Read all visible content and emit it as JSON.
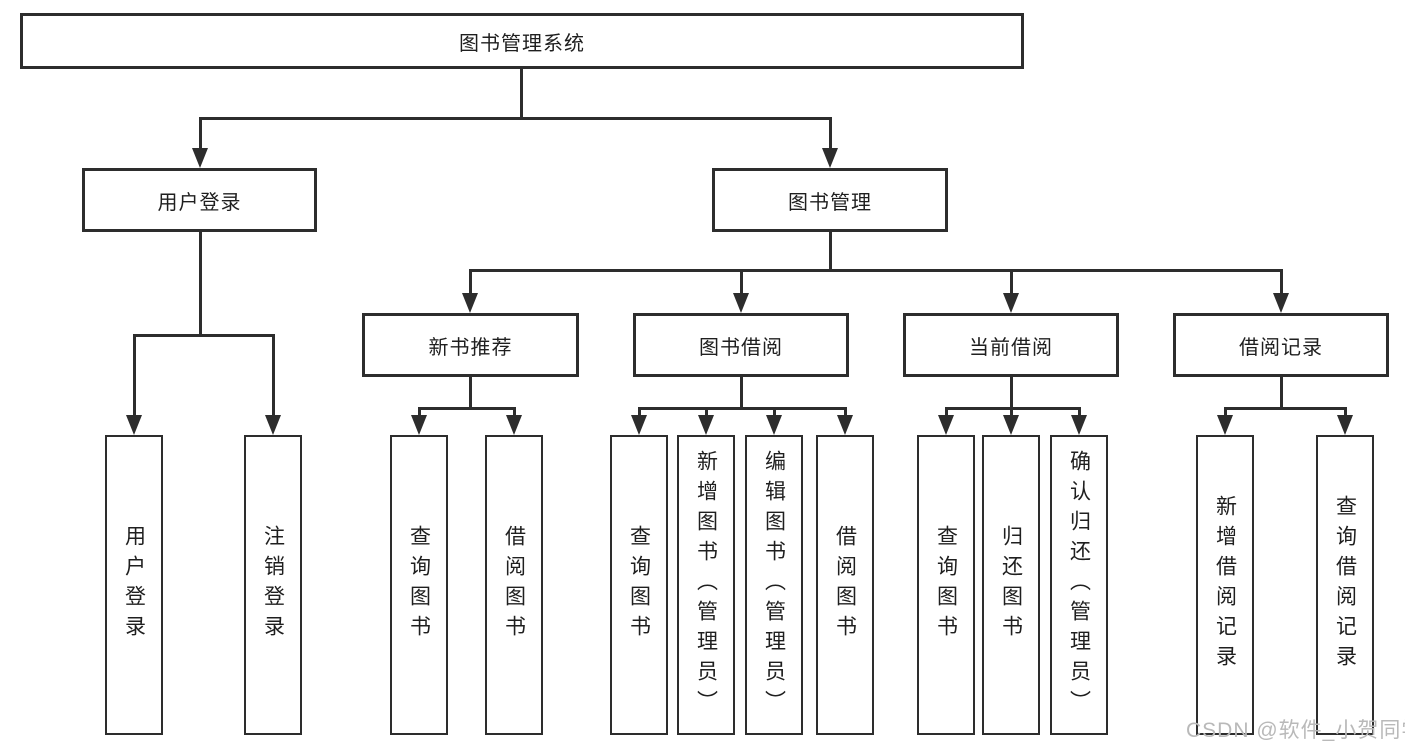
{
  "diagram": {
    "title": "图书管理系统",
    "root": {
      "label": "图书管理系统"
    },
    "level2": [
      {
        "label": "用户登录"
      },
      {
        "label": "图书管理"
      }
    ],
    "level3": [
      {
        "label": "新书推荐"
      },
      {
        "label": "图书借阅"
      },
      {
        "label": "当前借阅"
      },
      {
        "label": "借阅记录"
      }
    ],
    "leaves": {
      "user_login": [
        {
          "label": "用户登录"
        },
        {
          "label": "注销登录"
        }
      ],
      "new_book": [
        {
          "label": "查询图书"
        },
        {
          "label": "借阅图书"
        }
      ],
      "book_borrow": [
        {
          "label": "查询图书"
        },
        {
          "label": "新增图书（管理员）"
        },
        {
          "label": "编辑图书（管理员）"
        },
        {
          "label": "借阅图书"
        }
      ],
      "current_borrow": [
        {
          "label": "查询图书"
        },
        {
          "label": "归还图书"
        },
        {
          "label": "确认归还（管理员）"
        }
      ],
      "borrow_records": [
        {
          "label": "新增借阅记录"
        },
        {
          "label": "查询借阅记录"
        }
      ]
    }
  },
  "watermark": "CSDN @软件_小贺同学",
  "colors": {
    "line": "#2d2d2d",
    "text": "#1f1f1f",
    "background": "#ffffff",
    "watermark": "#b9b9b9"
  }
}
